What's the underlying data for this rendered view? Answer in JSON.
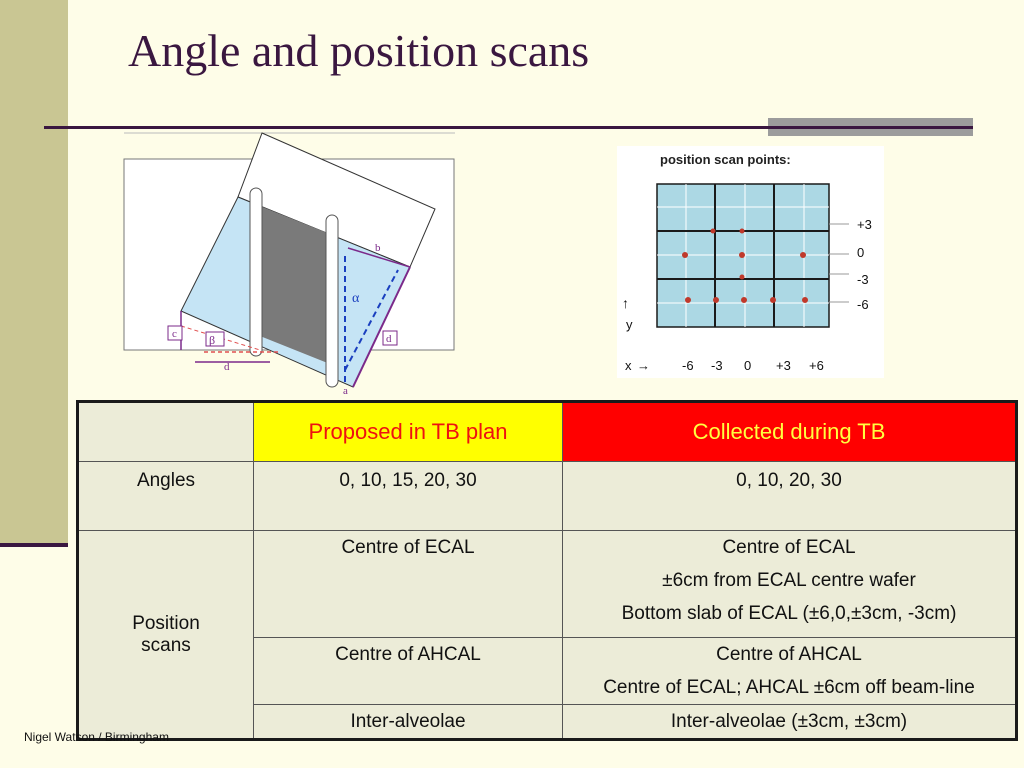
{
  "slide": {
    "title": "Angle and position scans",
    "footer": "Nigel Watson / Birmingham"
  },
  "geometry_diagram": {
    "labels": {
      "c": "c",
      "beta": "β",
      "d_bottom": "d",
      "b": "b",
      "alpha": "α",
      "d_right": "d",
      "a": "a"
    }
  },
  "scan_diagram": {
    "title": "position scan points:",
    "y_labels": [
      "+3",
      "0",
      "-3",
      "-6"
    ],
    "x_labels": [
      "-6",
      "-3",
      "0",
      "+3",
      "+6"
    ],
    "x_axis": "x",
    "y_axis": "y",
    "arrow_right": "→",
    "arrow_up": "↑"
  },
  "table": {
    "headers": {
      "blank": "",
      "proposed": "Proposed in TB plan",
      "collected": "Collected during TB"
    },
    "angles": {
      "label": "Angles",
      "proposed": "0, 10, 15, 20, 30",
      "collected": "0, 10, 20, 30"
    },
    "position": {
      "label": [
        "Position",
        "scans"
      ],
      "ecal": {
        "proposed": "Centre of ECAL",
        "collected": [
          "Centre of ECAL",
          "±6cm from ECAL centre wafer",
          "Bottom slab of ECAL (±6,0,±3cm, -3cm)"
        ]
      },
      "ahcal": {
        "proposed": "Centre of AHCAL",
        "collected": [
          "Centre of AHCAL",
          "Centre of ECAL; AHCAL ±6cm off beam-line"
        ]
      },
      "alveolae": {
        "proposed": "Inter-alveolae",
        "collected": "Inter-alveolae (±3cm, ±3cm)"
      }
    }
  }
}
